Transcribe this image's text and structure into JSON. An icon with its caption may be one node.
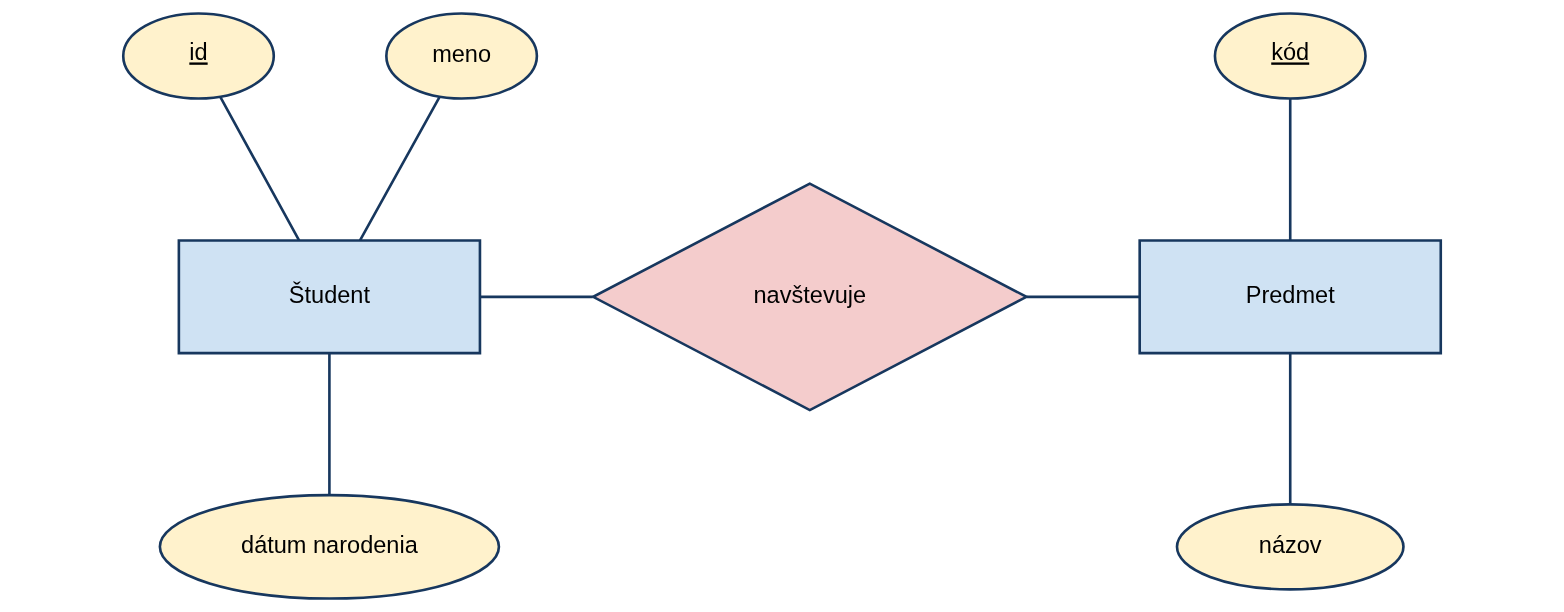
{
  "diagram": {
    "nodes": [
      {
        "text": [
          "id"
        ]
      },
      {
        "text": [
          "meno"
        ]
      },
      {
        "text": [
          "kód"
        ]
      },
      {
        "text": [
          "Študent"
        ]
      },
      {
        "text": [
          "navštevuje"
        ]
      },
      {
        "text": [
          "Predmet"
        ]
      },
      {
        "text": [
          "dátum narodenia"
        ]
      },
      {
        "text": [
          "názov"
        ]
      }
    ],
    "edges": [
      {
        "from": 0,
        "to": 3,
        "arrow": "none"
      },
      {
        "from": 1,
        "to": 3,
        "arrow": "none"
      },
      {
        "from": 3,
        "to": 4,
        "arrow": "none"
      },
      {
        "from": 4,
        "to": 5,
        "arrow": "none"
      },
      {
        "from": 2,
        "to": 5,
        "arrow": "none"
      },
      {
        "from": 3,
        "to": 6,
        "arrow": "none"
      },
      {
        "from": 5,
        "to": 7,
        "arrow": "none"
      }
    ]
  }
}
